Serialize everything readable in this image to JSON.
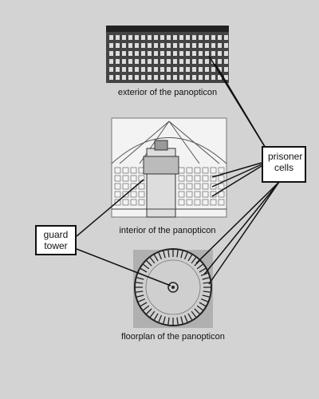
{
  "captions": {
    "exterior": "exterior of the panopticon",
    "interior": "interior of the panopticon",
    "floorplan": "floorplan of the panopticon"
  },
  "labels": {
    "prisoner_cells": [
      "prisoner",
      "cells"
    ],
    "guard_tower": [
      "guard",
      "tower"
    ]
  },
  "colors": {
    "background": "#d3d3d3",
    "ink": "#111111"
  }
}
